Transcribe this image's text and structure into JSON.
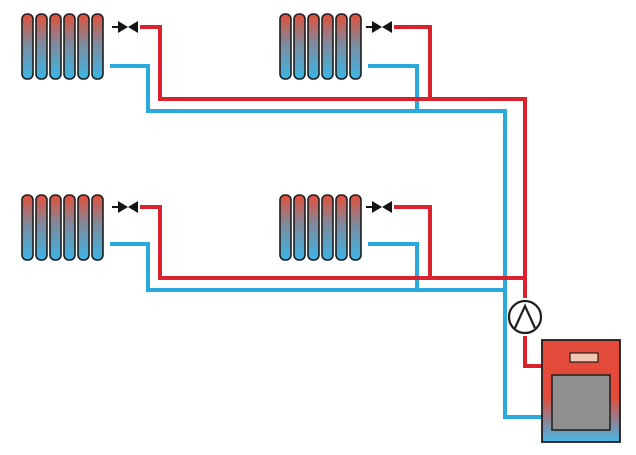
{
  "colors": {
    "background": "#ffffff",
    "supply_pipe": "#d9222e",
    "return_pipe": "#2aa9dc",
    "radiator_top": "#e2503a",
    "radiator_mid": "#7f8a9c",
    "radiator_bottom": "#3cb5e6",
    "outline": "#1e1e1e",
    "valve": "#141414",
    "boiler_top": "#e34a3a",
    "boiler_bottom": "#47b6e4",
    "boiler_panel": "#8f8f8f",
    "boiler_indicator": "#f1c6b0"
  },
  "icons": {
    "radiator": "radiator-icon",
    "valve": "valve-icon",
    "pump": "circulation-pump-icon",
    "boiler": "boiler-icon"
  },
  "diagram": {
    "radiators": [
      {
        "id": "upper-left",
        "sections": 6
      },
      {
        "id": "upper-right",
        "sections": 6
      },
      {
        "id": "lower-left",
        "sections": 6
      },
      {
        "id": "lower-right",
        "sections": 6
      }
    ]
  }
}
